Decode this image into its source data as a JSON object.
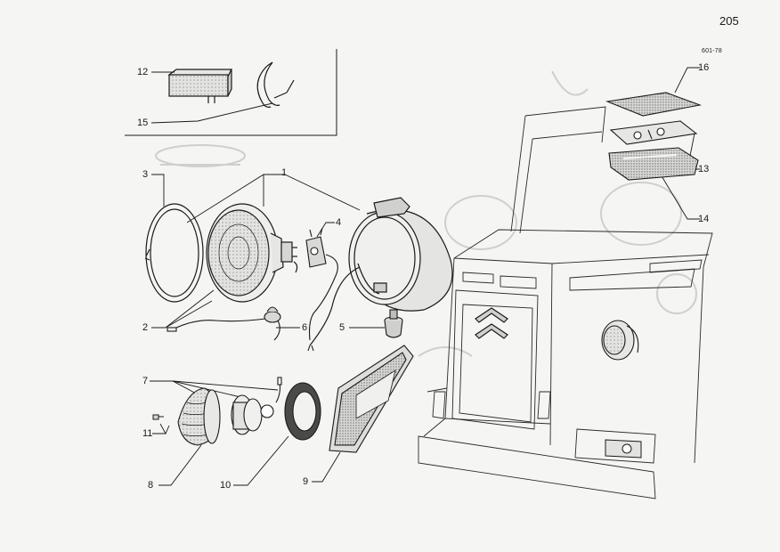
{
  "page": {
    "page_number": "205",
    "drawing_ref": "601-78"
  },
  "callouts": [
    {
      "id": "c1",
      "label": "1"
    },
    {
      "id": "c2",
      "label": "2"
    },
    {
      "id": "c3",
      "label": "3"
    },
    {
      "id": "c4",
      "label": "4"
    },
    {
      "id": "c5",
      "label": "5"
    },
    {
      "id": "c6",
      "label": "6"
    },
    {
      "id": "c7",
      "label": "7"
    },
    {
      "id": "c8",
      "label": "8"
    },
    {
      "id": "c9",
      "label": "9"
    },
    {
      "id": "c10",
      "label": "10"
    },
    {
      "id": "c11",
      "label": "11"
    },
    {
      "id": "c12",
      "label": "12"
    },
    {
      "id": "c13",
      "label": "13"
    },
    {
      "id": "c14",
      "label": "14"
    },
    {
      "id": "c15",
      "label": "15"
    },
    {
      "id": "c16",
      "label": "16"
    }
  ],
  "colors": {
    "ink": "#1a1a1a",
    "paper": "#f5f5f3",
    "ghost": "#c9c9c7",
    "stipple": "#9a9a98"
  }
}
